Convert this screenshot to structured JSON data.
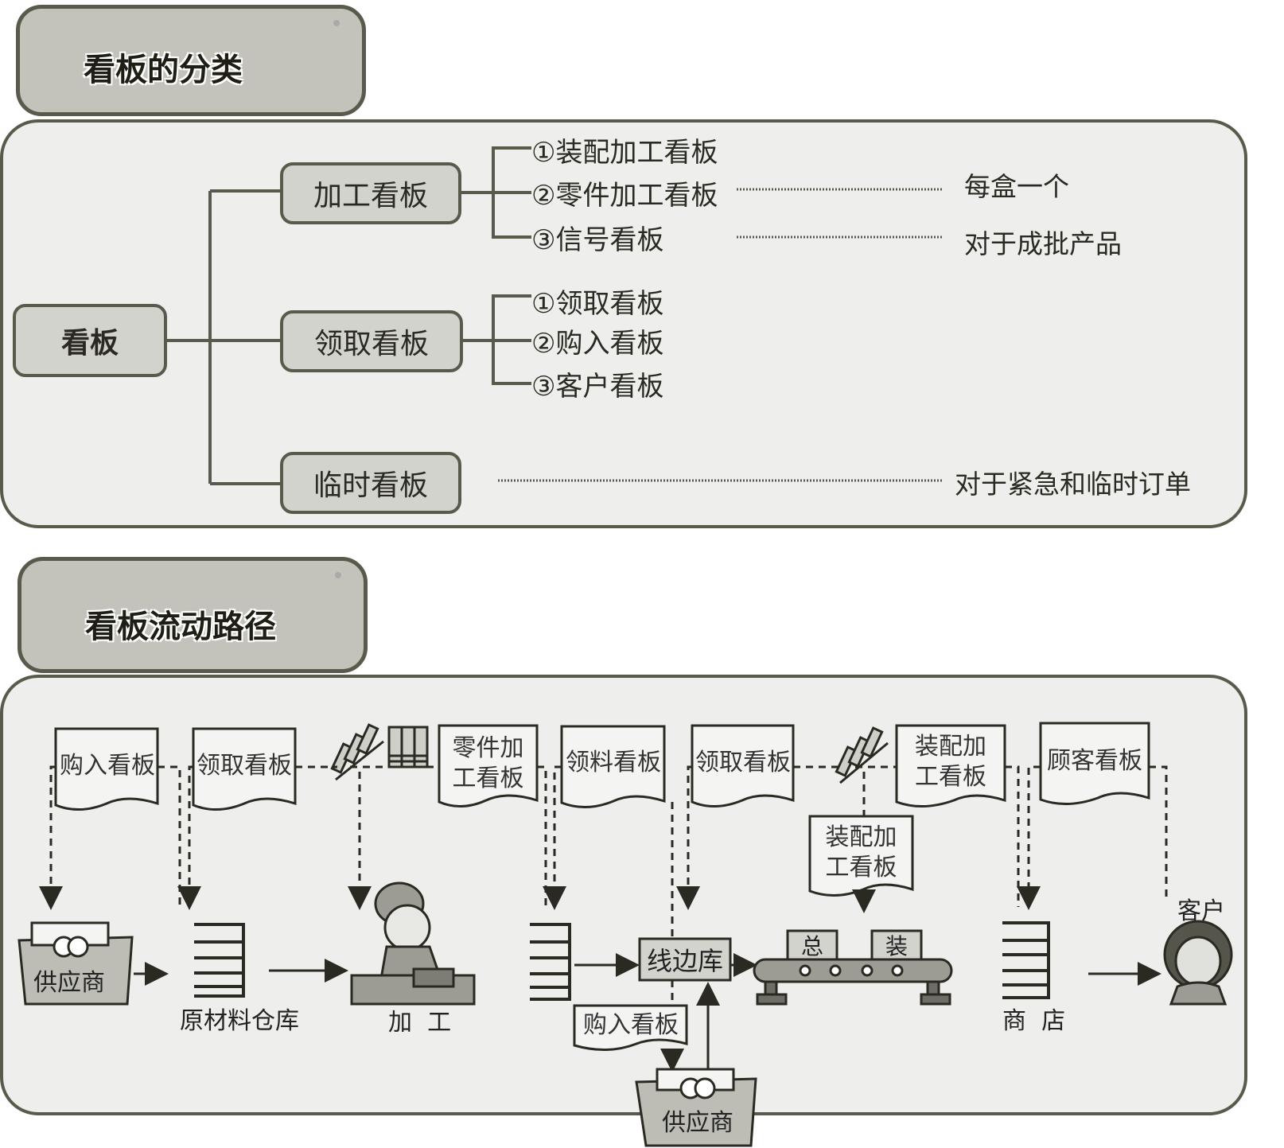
{
  "section1": {
    "title": "看板的分类",
    "root": "看板",
    "categories": [
      {
        "label": "加工看板",
        "children": [
          "①装配加工看板",
          "②零件加工看板",
          "③信号看板"
        ],
        "notes": [
          {
            "child_index": 1,
            "text": "每盒一个"
          },
          {
            "child_index": 2,
            "text": "对于成批产品"
          }
        ]
      },
      {
        "label": "领取看板",
        "children": [
          "①领取看板",
          "②购入看板",
          "③客户看板"
        ],
        "notes": []
      },
      {
        "label": "临时看板",
        "children": [],
        "notes": [
          {
            "child_index": null,
            "text": "对于紧急和临时订单"
          }
        ]
      }
    ]
  },
  "section2": {
    "title": "看板流动路径",
    "kanban_cards": [
      {
        "id": "purchase1",
        "text": "购入看板"
      },
      {
        "id": "withdraw1",
        "text": "领取看板"
      },
      {
        "id": "parts",
        "text": "零件加\n工看板"
      },
      {
        "id": "material",
        "text": "领料看板"
      },
      {
        "id": "withdraw2",
        "text": "领取看板"
      },
      {
        "id": "assembly_top",
        "text": "装配加\n工看板"
      },
      {
        "id": "customer_card",
        "text": "顾客看板"
      },
      {
        "id": "assembly_mid",
        "text": "装配加\n工看板"
      },
      {
        "id": "purchase2",
        "text": "购入看板"
      }
    ],
    "places": {
      "supplier1": "供应商",
      "raw_warehouse": "原材料仓库",
      "processing": "加  工",
      "line_side": "线边库",
      "assembly_box1": "总",
      "assembly_box2": "装",
      "store": "商  店",
      "customer": "客户",
      "supplier2": "供应商"
    }
  },
  "colors": {
    "frame": "#5a5a4c",
    "panel_bg": "#eeeeec",
    "tab_bg": "#c3c3bb",
    "node_bg": "#d3d3cd",
    "ink": "#2a2a22"
  }
}
